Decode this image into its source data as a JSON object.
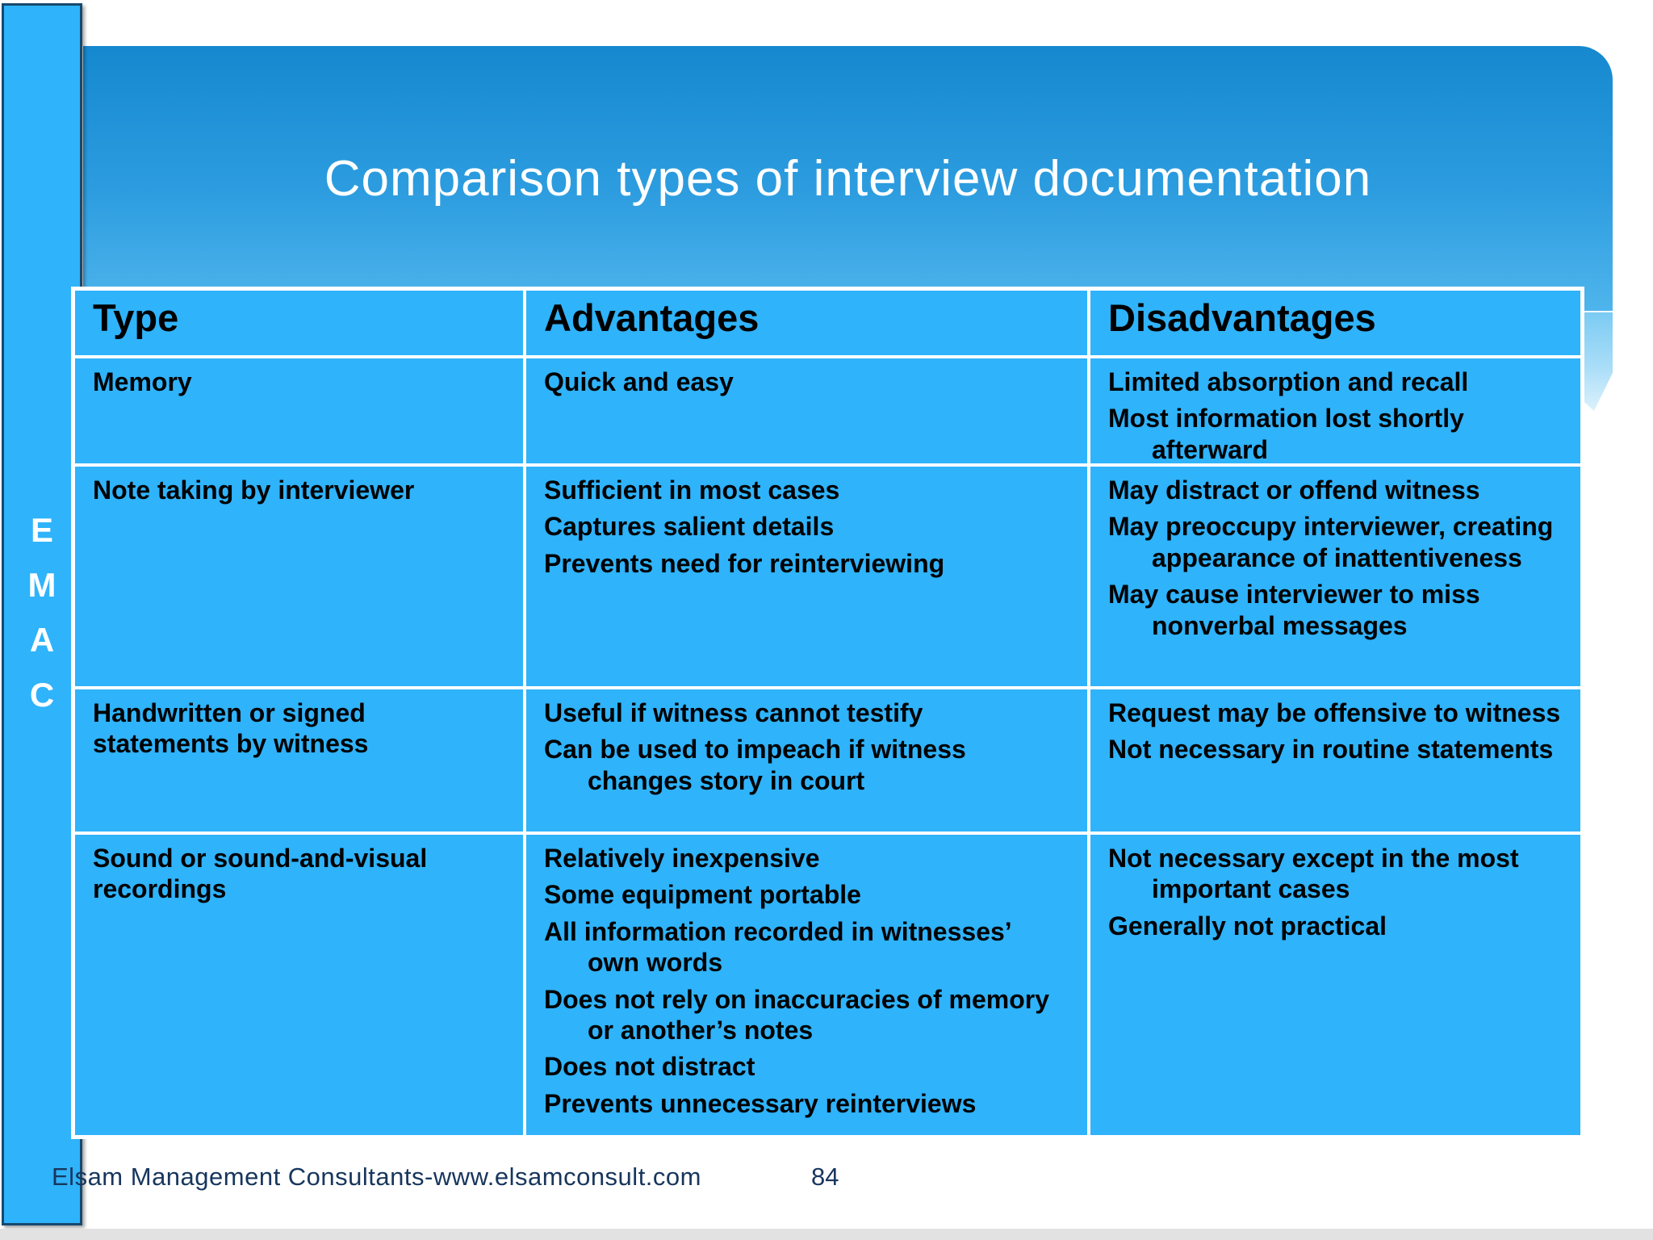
{
  "slide": {
    "title": "Comparison types of interview documentation",
    "sidebar_letters": {
      "l0": "E",
      "l1": "M",
      "l2": "A",
      "l3": "C"
    },
    "footer": {
      "text": "Elsam Management Consultants-www.elsamconsult.com",
      "page_number": "84"
    },
    "colors": {
      "cell_blue": "#2FB3FB",
      "banner_top": "#1588CF",
      "banner_bottom": "#4FB5EC",
      "bar_border": "#17496E",
      "footer_text": "#17365D",
      "table_border": "#FFFFFF",
      "title_text": "#FFFFFF",
      "body_text": "#000000"
    },
    "table": {
      "headers": [
        "Type",
        "Advantages",
        "Disadvantages"
      ],
      "rows": [
        {
          "type": "Memory",
          "advantages": [
            "Quick and easy"
          ],
          "disadvantages": [
            "Limited absorption and recall",
            "Most information lost shortly afterward"
          ]
        },
        {
          "type": "Note taking by interviewer",
          "advantages": [
            "Sufficient in most cases",
            "Captures salient details",
            "Prevents need for reinterviewing"
          ],
          "disadvantages": [
            "May distract or offend witness",
            "May preoccupy interviewer, creating appearance of inattentiveness",
            "May cause interviewer to miss nonverbal messages"
          ]
        },
        {
          "type": "Handwritten or signed statements by witness",
          "advantages": [
            "Useful if witness cannot testify",
            "Can be used to impeach if witness changes story in court"
          ],
          "disadvantages": [
            "Request may be offensive to witness",
            "Not necessary in routine statements"
          ]
        },
        {
          "type": "Sound or sound-and-visual recordings",
          "advantages": [
            "Relatively inexpensive",
            "Some equipment portable",
            "All information recorded in witnesses’ own words",
            "Does not rely on inaccuracies of memory or another’s notes",
            "Does not distract",
            "Prevents unnecessary reinterviews"
          ],
          "disadvantages": [
            "Not necessary except in the most important cases",
            "Generally not practical"
          ]
        }
      ]
    }
  }
}
